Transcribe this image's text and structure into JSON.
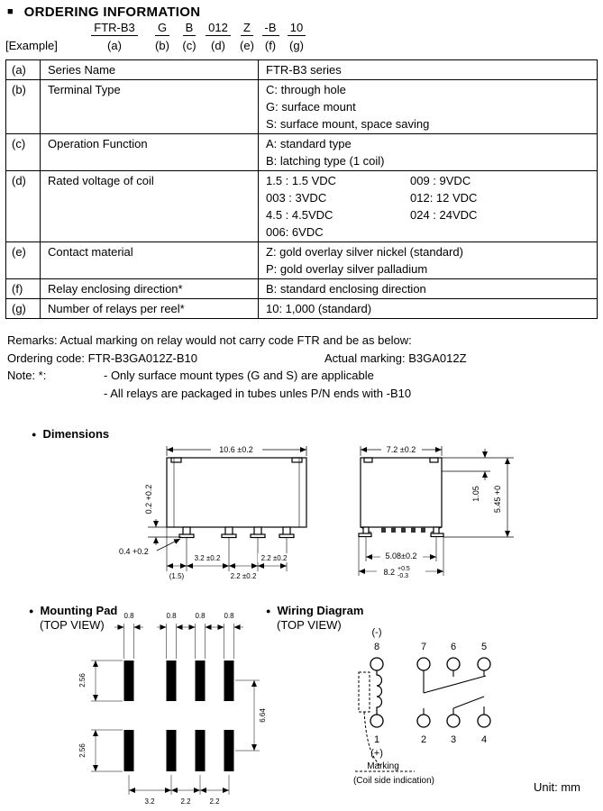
{
  "page": {
    "title_bullet": "■",
    "title": "ORDERING INFORMATION",
    "unit_label": "Unit: mm"
  },
  "example": {
    "label": "[Example]",
    "parts": [
      {
        "code": "FTR-B3",
        "tag": "(a)"
      },
      {
        "code": "G",
        "tag": "(b)"
      },
      {
        "code": "B",
        "tag": "(c)"
      },
      {
        "code": "012",
        "tag": "(d)"
      },
      {
        "code": "Z",
        "tag": "(e)"
      },
      {
        "code": "-B",
        "tag": "(f)"
      },
      {
        "code": "10",
        "tag": "(g)"
      }
    ]
  },
  "table": {
    "rows": [
      {
        "key": "(a)",
        "name": "Series Name",
        "lines": [
          "FTR-B3 series"
        ]
      },
      {
        "key": "(b)",
        "name": "Terminal Type",
        "lines": [
          "C: through hole",
          "G: surface mount",
          "S: surface mount, space saving"
        ]
      },
      {
        "key": "(c)",
        "name": "Operation Function",
        "lines": [
          "A: standard type",
          "B: latching type (1 coil)"
        ]
      },
      {
        "key": "(d)",
        "name": "Rated voltage of coil",
        "pairs": [
          {
            "l": "1.5 : 1.5 VDC",
            "r": "009 : 9VDC"
          },
          {
            "l": "003 : 3VDC",
            "r": "012: 12 VDC"
          },
          {
            "l": "4.5 : 4.5VDC",
            "r": "024 : 24VDC"
          },
          {
            "l": "006: 6VDC",
            "r": ""
          }
        ]
      },
      {
        "key": "(e)",
        "name": "Contact material",
        "lines": [
          "Z: gold overlay silver nickel (standard)",
          "P: gold overlay silver palladium"
        ]
      },
      {
        "key": "(f)",
        "name": "Relay enclosing direction*",
        "lines": [
          "B: standard enclosing direction"
        ]
      },
      {
        "key": "(g)",
        "name": "Number of relays per reel*",
        "lines": [
          "10: 1,000 (standard)"
        ]
      }
    ]
  },
  "remarks": {
    "remark": "Remarks: Actual marking on relay would not carry code FTR and be as below:",
    "ordering_code": "Ordering code: FTR-B3GA012Z-B10",
    "actual_marking": "Actual marking: B3GA012Z",
    "note_label": "Note: *:",
    "notes": [
      "- Only surface mount types (G and S) are applicable",
      "- All relays are packaged in tubes unles P/N ends with -B10"
    ]
  },
  "dimensions": {
    "bullet": "●",
    "title": "Dimensions",
    "side_view": {
      "top_width": "10.6 ±0.2",
      "standoff": "0.2 +0.2",
      "lead_thickness": "0.4 +0.2",
      "pitch": [
        "(1.5)",
        "3.2 ±0.2",
        "2.2 ±0.2",
        "2.2 ±0.2"
      ]
    },
    "end_view": {
      "top_width": "7.2 ±0.2",
      "height_upper": "1.05",
      "height_total": "5.45 +0",
      "lead_span": "5.08±0.2",
      "overall_width": "8.2",
      "overall_tol_plus": "+0.5",
      "overall_tol_minus": "-0.3"
    }
  },
  "mounting_pad": {
    "bullet": "●",
    "title": "Mounting Pad",
    "subtitle": "(TOP VIEW)",
    "pad_widths": [
      "0.8",
      "0.8",
      "0.8",
      "0.8"
    ],
    "row1_height": "2.56",
    "row2_height": "2.56",
    "row_span": "6.64",
    "pitch": [
      "3.2",
      "2.2",
      "2.2"
    ]
  },
  "wiring": {
    "bullet": "●",
    "title": "Wiring Diagram",
    "subtitle": "(TOP VIEW)",
    "coil_minus": "(-)",
    "coil_plus": "(+)",
    "pins_top": [
      "8",
      "7",
      "6",
      "5"
    ],
    "pins_bottom": [
      "1",
      "2",
      "3",
      "4"
    ],
    "marking_label": "Marking",
    "marking_sub": "(Coil side indication)"
  }
}
